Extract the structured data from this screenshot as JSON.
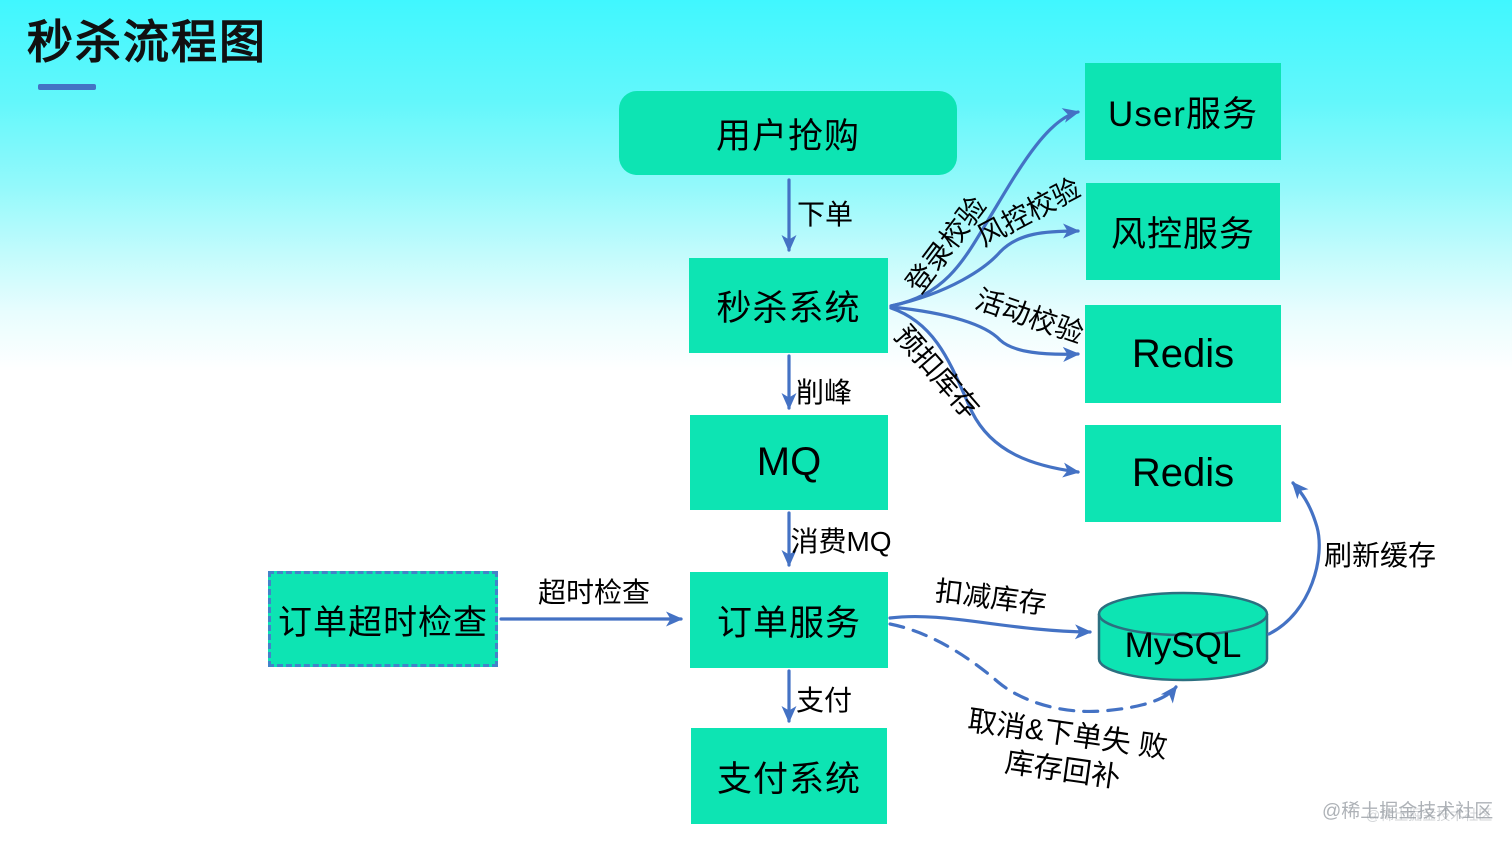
{
  "title": "秒杀流程图",
  "watermark": "@稀土掘金技术社区",
  "colors": {
    "node_fill": "#0de4b3",
    "arrow": "#4472c4",
    "dashed_border": "#4383c9",
    "cylinder_stroke": "#2c6f80",
    "bg_top": "#40f7ff",
    "bg_bottom": "#ffffff",
    "title_underline": "#4472c4"
  },
  "nodes": {
    "user_purchase": {
      "label": "用户抢购"
    },
    "seckill_system": {
      "label": "秒杀系统"
    },
    "mq": {
      "label": "MQ"
    },
    "order_service": {
      "label": "订单服务"
    },
    "payment_system": {
      "label": "支付系统"
    },
    "order_timeout_check": {
      "label": "订单超时检查"
    },
    "user_service": {
      "label": "User服务"
    },
    "risk_service": {
      "label": "风控服务"
    },
    "redis_activity": {
      "label": "Redis"
    },
    "redis_stock": {
      "label": "Redis"
    },
    "mysql": {
      "label": "MySQL"
    }
  },
  "edges": {
    "place_order": "下单",
    "peak_shaving": "削峰",
    "consume_mq": "消费MQ",
    "pay": "支付",
    "timeout_check": "超时检查",
    "login_verify": "登录校验",
    "risk_verify": "风控校验",
    "activity_verify": "活动校验",
    "pre_deduct_stock": "预扣库存",
    "deduct_stock": "扣减库存",
    "refresh_cache": "刷新缓存",
    "cancel_refill": "取消&下单失 败库存回补"
  }
}
